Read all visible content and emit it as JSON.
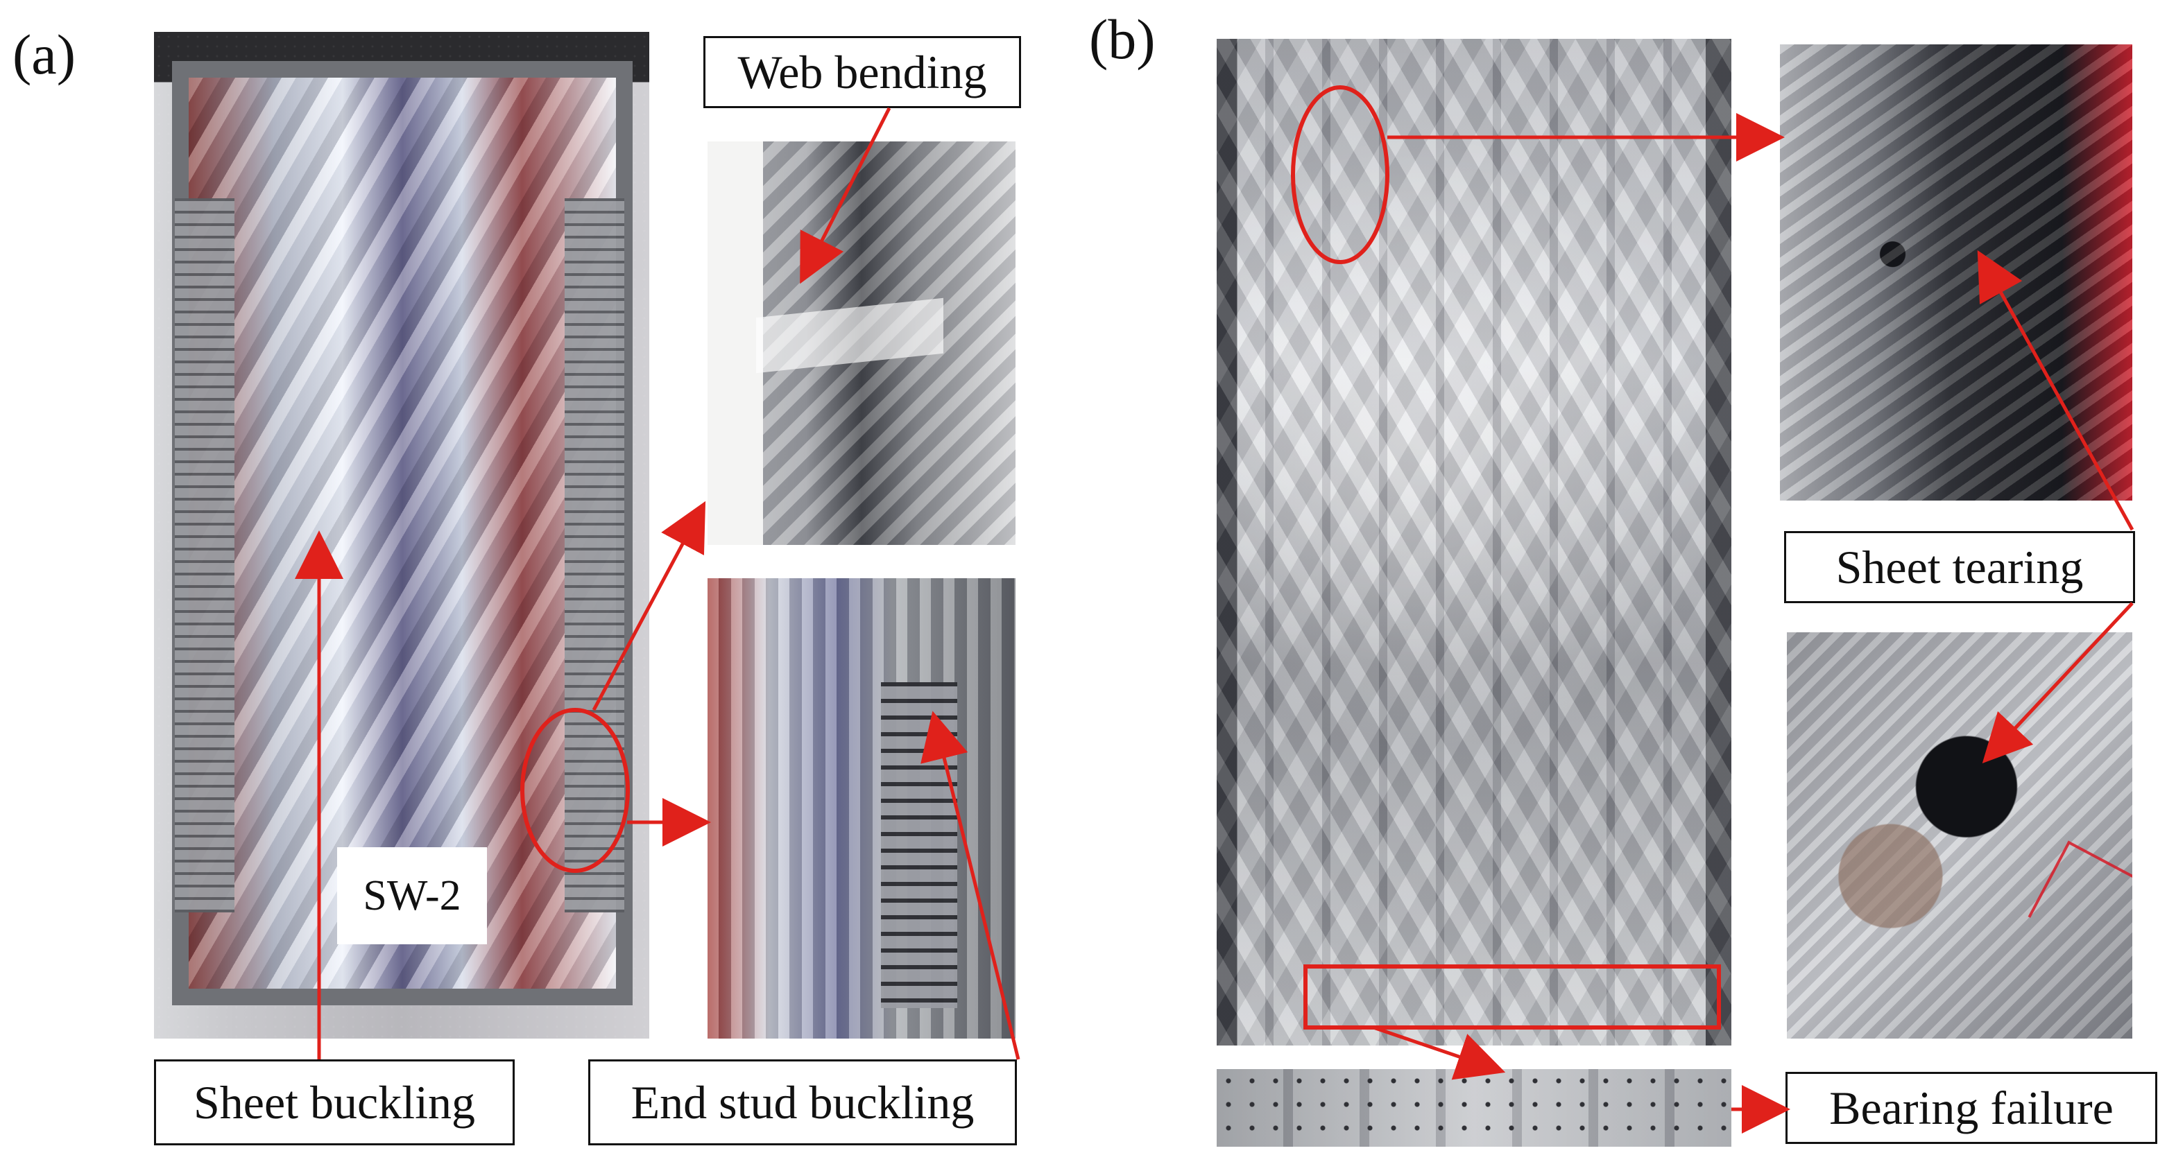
{
  "panels": {
    "a": {
      "label": "(a)",
      "specimen": "SW-2",
      "callouts": {
        "web_bending": "Web bending",
        "sheet_buckling": "Sheet buckling",
        "end_stud_buckling": "End stud buckling"
      }
    },
    "b": {
      "label": "(b)",
      "callouts": {
        "sheet_tearing": "Sheet tearing",
        "bearing_failure": "Bearing failure"
      }
    }
  },
  "colors": {
    "annotation": "#e0211b",
    "text": "#111111",
    "box_border": "#111111",
    "background": "#ffffff"
  }
}
